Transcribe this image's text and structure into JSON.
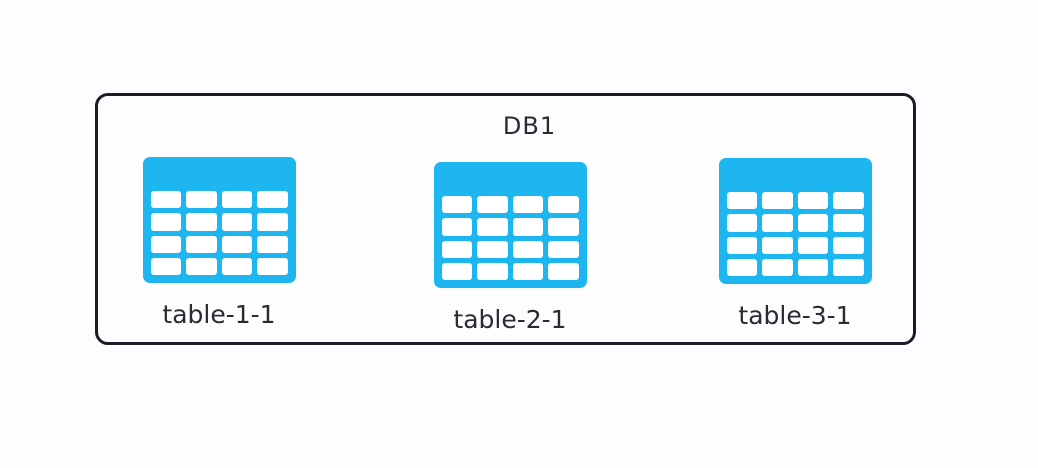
{
  "diagram": {
    "title": "DB1",
    "tables": [
      {
        "label": "table-1-1",
        "icon": "table-grid-icon"
      },
      {
        "label": "table-2-1",
        "icon": "table-grid-icon"
      },
      {
        "label": "table-3-1",
        "icon": "table-grid-icon"
      }
    ]
  },
  "icon_grid": {
    "rows": 4,
    "columns": 4
  },
  "colors": {
    "table_icon_blue": "#1DB6F0",
    "box_border": "#1C1C26",
    "label_text": "#2B2933",
    "page_background": "#FBFDFF",
    "box_background": "#FDFDFE"
  }
}
